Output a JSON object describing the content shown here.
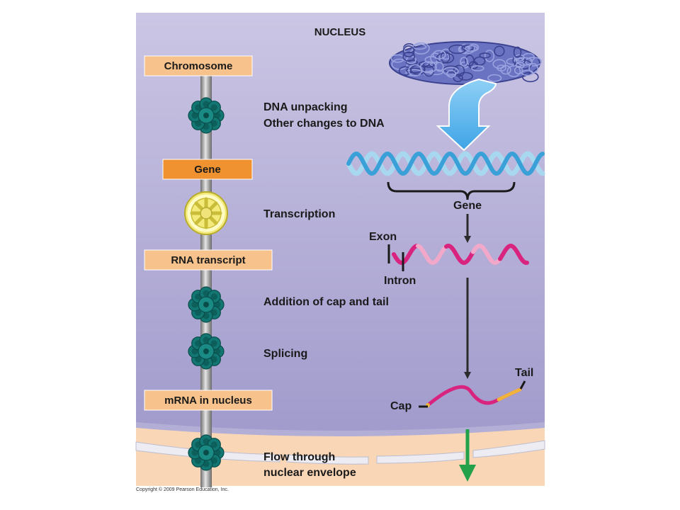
{
  "title": "NUCLEUS",
  "colors": {
    "nucleus_top": "#c9c4e2",
    "nucleus_bottom": "#9e98cb",
    "cytoplasm": "#f9d6b6",
    "envelope": "#e6e6ee",
    "orange_box": "#f7c28b",
    "gene_box": "#f0922f",
    "dna_light": "#a8d8f0",
    "dna_dark": "#3aa0d8",
    "rna_dark": "#d9247f",
    "rna_light": "#f2a8c8",
    "nucleosome": "#127672",
    "tail_color": "#f0b43c",
    "green_arrow": "#22a04a",
    "blue_arrow": "#5bb8ee"
  },
  "left_boxes": {
    "chromosome": "Chromosome",
    "gene": "Gene",
    "rna_transcript": "RNA transcript",
    "mrna_in_nucleus": "mRNA in nucleus"
  },
  "steps": {
    "unpacking_line1": "DNA unpacking",
    "unpacking_line2": "Other changes to DNA",
    "transcription": "Transcription",
    "cap_tail": "Addition of cap and tail",
    "splicing": "Splicing",
    "flow_line1": "Flow through",
    "flow_line2": "nuclear envelope"
  },
  "right_labels": {
    "gene": "Gene",
    "exon": "Exon",
    "intron": "Intron",
    "tail": "Tail",
    "cap": "Cap"
  },
  "copyright": "Copyright © 2009 Pearson Education, Inc."
}
